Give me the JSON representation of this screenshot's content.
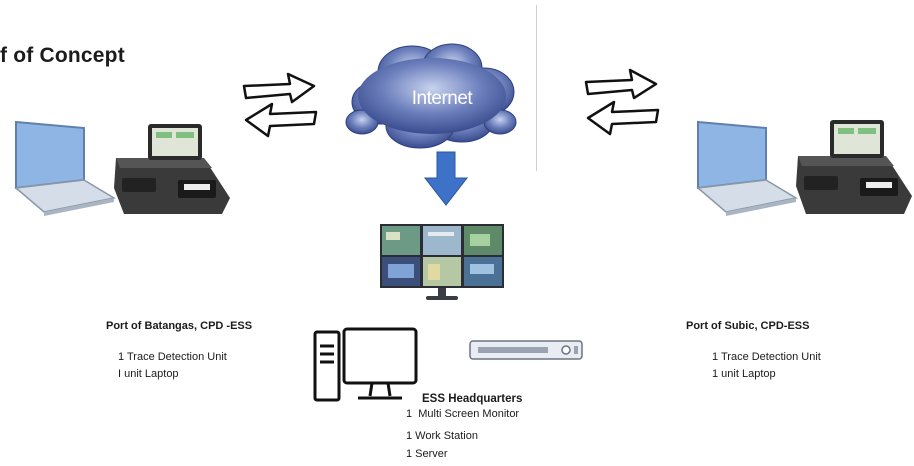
{
  "title": "f of Concept",
  "cloud_label": "Internet",
  "sites": {
    "left": {
      "name": "Port of Batangas, CPD -ESS",
      "items": [
        "1 Trace Detection Unit",
        "I unit Laptop"
      ]
    },
    "right": {
      "name": "Port of Subic, CPD-ESS",
      "items": [
        "1 Trace Detection Unit",
        "1 unit Laptop"
      ]
    },
    "hq": {
      "name": "ESS Headquarters",
      "items": [
        "1  Multi Screen Monitor",
        "1 Work Station",
        "1 Server"
      ]
    }
  },
  "colors": {
    "cloud": "#4a5fa3",
    "down_arrow": "#3e72c9",
    "laptop_screen": "#8fb5e4",
    "terminal": "#333333"
  },
  "icons": [
    "laptop-icon",
    "trace-detection-unit-icon",
    "cloud-icon",
    "exchange-arrows-icon",
    "down-arrow-icon",
    "multi-screen-monitor-icon",
    "workstation-icon",
    "server-icon"
  ]
}
